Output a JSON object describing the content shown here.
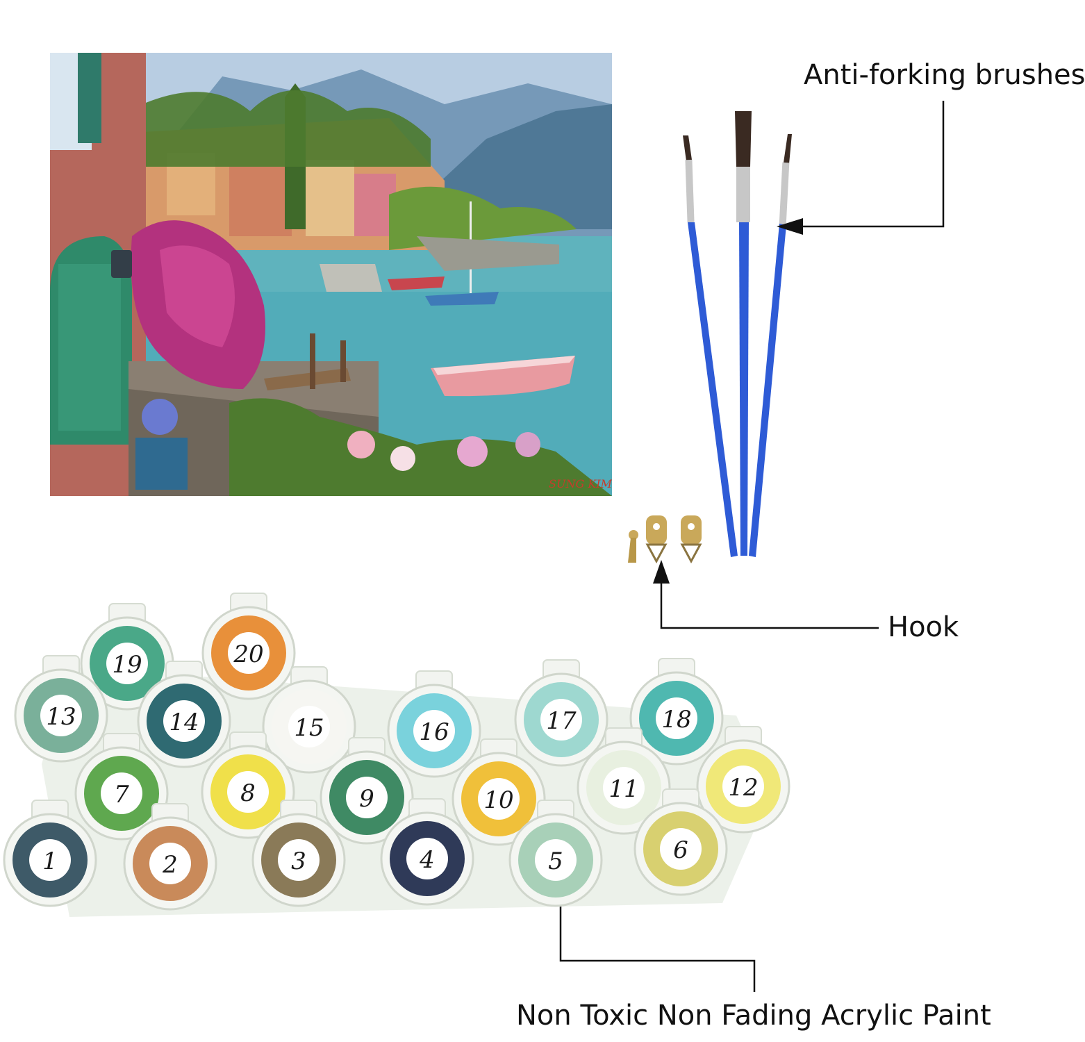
{
  "painting": {
    "signature": "SUNG KIM",
    "colors": {
      "sky": "#b8cde2",
      "mountain": "#6a8fb0",
      "water": "#5fb3bd",
      "wall": "#b5675c",
      "door": "#2f8a6a",
      "flowers": "#b3327e",
      "greenery": "#4e7b2f"
    }
  },
  "labels": {
    "brushes": "Anti-forking brushes",
    "hook": "Hook",
    "paint": "Non Toxic Non Fading Acrylic Paint"
  },
  "brush": {
    "handle_color": "#2e5bd6",
    "ferrule_color": "#c7c7c7",
    "tip_color": "#3a2a22"
  },
  "hook_color": "#c9a85a",
  "paint_pots": [
    {
      "number": "1",
      "color": "#3e5a68"
    },
    {
      "number": "2",
      "color": "#c98a5a"
    },
    {
      "number": "3",
      "color": "#8a7a58"
    },
    {
      "number": "4",
      "color": "#2f3a58"
    },
    {
      "number": "5",
      "color": "#a8d0b8"
    },
    {
      "number": "6",
      "color": "#d8d070"
    },
    {
      "number": "7",
      "color": "#5fa84f"
    },
    {
      "number": "8",
      "color": "#f0e04a"
    },
    {
      "number": "9",
      "color": "#3f8a64"
    },
    {
      "number": "10",
      "color": "#f0c03a"
    },
    {
      "number": "11",
      "color": "#e8f0e0"
    },
    {
      "number": "12",
      "color": "#f0e878"
    },
    {
      "number": "13",
      "color": "#7ab09a"
    },
    {
      "number": "14",
      "color": "#2f6a72"
    },
    {
      "number": "15",
      "color": "#f6f6f2"
    },
    {
      "number": "16",
      "color": "#7ad2dc"
    },
    {
      "number": "17",
      "color": "#9ed8d0"
    },
    {
      "number": "18",
      "color": "#4fb8b0"
    },
    {
      "number": "19",
      "color": "#4aa888"
    },
    {
      "number": "20",
      "color": "#e8903a"
    }
  ]
}
